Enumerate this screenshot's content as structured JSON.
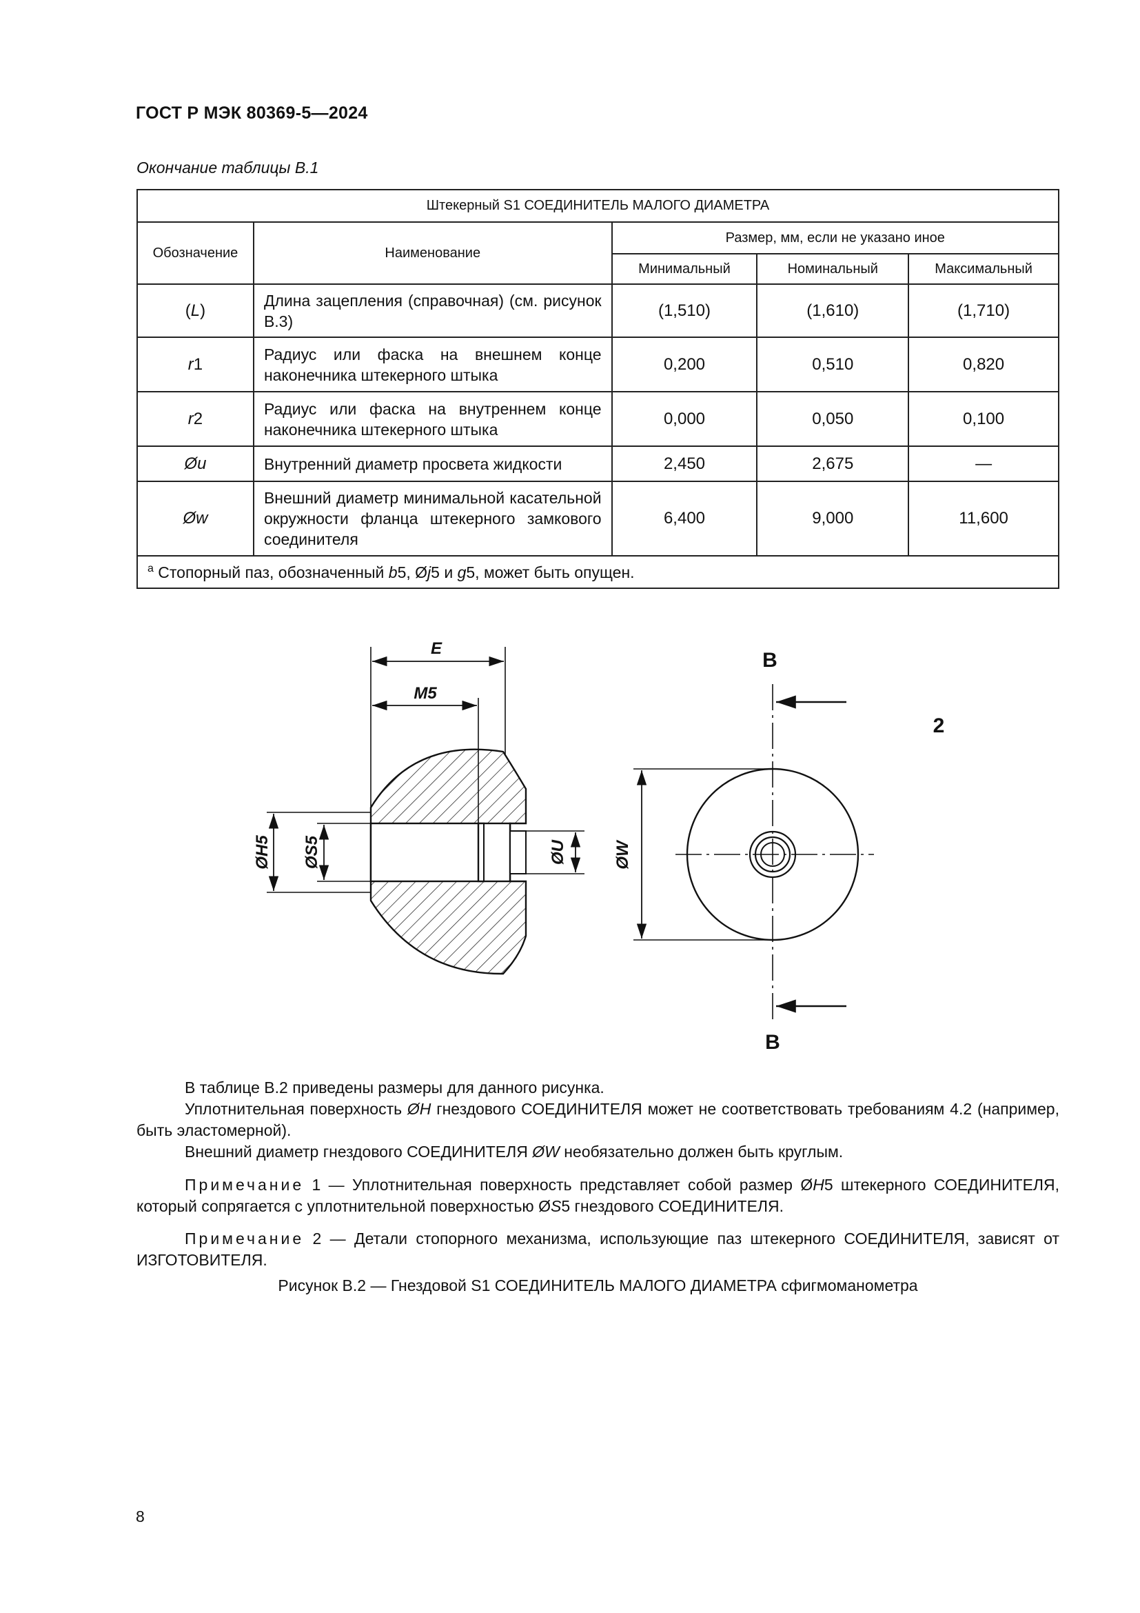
{
  "header": {
    "standard": "ГОСТ Р МЭК 80369-5—2024"
  },
  "table": {
    "caption": "Окончание таблицы B.1",
    "title": "Штекерный S1 СОЕДИНИТЕЛЬ МАЛОГО ДИАМЕТРА",
    "col_designation": "Обозначение",
    "col_name": "Наименование",
    "col_size": "Размер, мм, если не указано иное",
    "col_min": "Минимальный",
    "col_nom": "Номинальный",
    "col_max": "Максимальный",
    "rows": [
      {
        "sym_pre": "(",
        "sym_it": "L",
        "sym_post": ")",
        "name": "Длина зацепления (справочная) (см. рисунок B.3)",
        "min": "(1,510)",
        "nom": "(1,610)",
        "max": "(1,710)"
      },
      {
        "sym_pre": "",
        "sym_it": "r",
        "sym_post": "1",
        "name": "Радиус или фаска на внешнем конце наконечника штекерного штыка",
        "min": "0,200",
        "nom": "0,510",
        "max": "0,820"
      },
      {
        "sym_pre": "",
        "sym_it": "r",
        "sym_post": "2",
        "name": "Радиус или фаска на внутреннем конце наконечника штекерного штыка",
        "min": "0,000",
        "nom": "0,050",
        "max": "0,100"
      },
      {
        "sym_pre": "",
        "sym_it": "Øu",
        "sym_post": "",
        "name": "Внутренний диаметр просвета жидкости",
        "min": "2,450",
        "nom": "2,675",
        "max": "—"
      },
      {
        "sym_pre": "",
        "sym_it": "Øw",
        "sym_post": "",
        "name": "Внешний диаметр минимальной касательной окружности фланца штекерного замкового соединителя",
        "min": "6,400",
        "nom": "9,000",
        "max": "11,600"
      }
    ],
    "footnote": {
      "mark": "a",
      "t1": " Стопорный паз, обозначенный ",
      "b5": "b",
      "n5a": "5, Ø",
      "j5": "j",
      "n5b": "5 и ",
      "g5": "g",
      "t2": "5, может быть опущен."
    }
  },
  "figure": {
    "label_E": "E",
    "label_M5": "M5",
    "label_H5": "ØH5",
    "label_S5": "ØS5",
    "label_U": "ØU",
    "label_W": "ØW",
    "label_B_top": "B",
    "label_B_bottom": "B",
    "label_2": "2"
  },
  "text": {
    "p1": "В таблице B.2 приведены размеры для данного рисунка.",
    "p2_a": "Уплотнительная поверхность ",
    "p2_sym": "ØH",
    "p2_b": " гнездового СОЕДИНИТЕЛЯ может не соответствовать требованиям 4.2 (например, быть эластомерной).",
    "p3_a": "Внешний диаметр гнездового СОЕДИНИТЕЛЯ ",
    "p3_sym": "ØW",
    "p3_b": " необязательно должен быть круглым.",
    "note1_label": "Примечание",
    "note1_a": " 1 — Уплотнительная поверхность представляет собой размер Ø",
    "note1_h": "H",
    "note1_b": "5 штекерного СОЕДИНИТЕЛЯ, который сопрягается с уплотнительной поверхностью Ø",
    "note1_s": "S",
    "note1_c": "5 гнездового СОЕДИНИТЕЛЯ.",
    "note2_label": "Примечание",
    "note2_a": " 2 — Детали стопорного механизма, использующие паз штекерного СОЕДИНИТЕЛЯ, зависят от ИЗГОТОВИТЕЛЯ."
  },
  "figure_caption": "Рисунок B.2 — Гнездовой S1 СОЕДИНИТЕЛЬ МАЛОГО ДИАМЕТРА сфигмоманометра",
  "page_number": "8"
}
